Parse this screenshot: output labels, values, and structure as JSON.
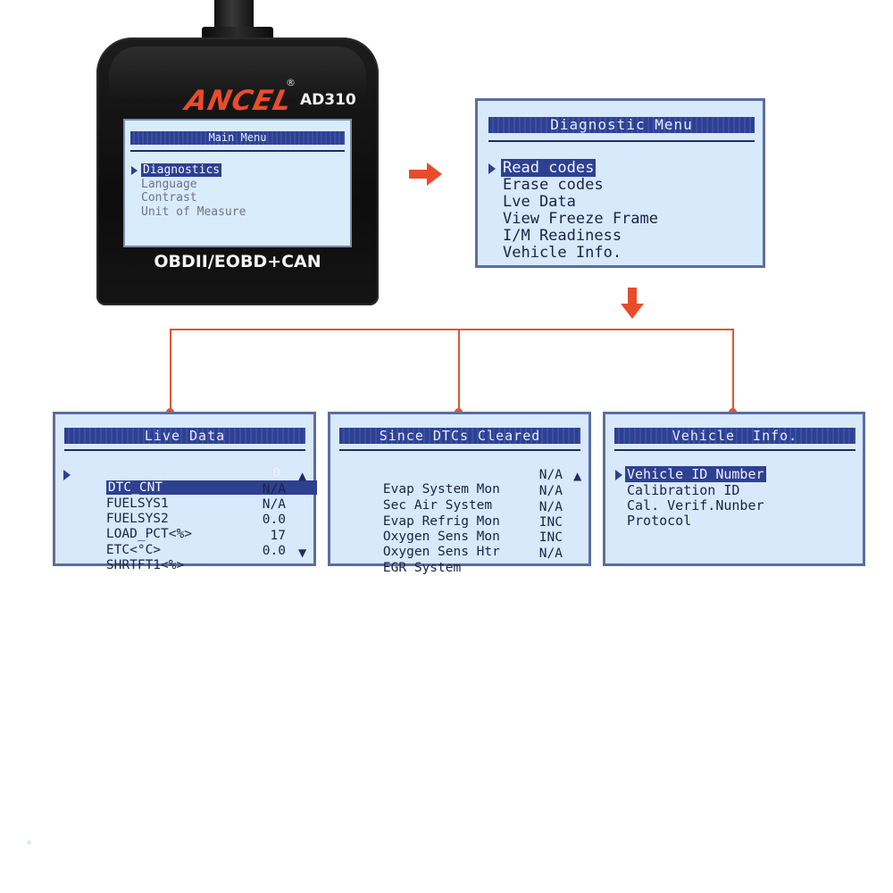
{
  "device": {
    "brand": "ANCEL",
    "registered_mark": "®",
    "model": "AD310",
    "footer": "OBDII/EOBD+CAN",
    "screen": {
      "title": "Main Menu",
      "items": [
        {
          "label": "Diagnostics",
          "selected": true
        },
        {
          "label": "Language",
          "selected": false
        },
        {
          "label": "Contrast",
          "selected": false
        },
        {
          "label": "Unit of Measure",
          "selected": false
        }
      ]
    }
  },
  "diagnostic_menu": {
    "title": "Diagnostic Menu",
    "items": [
      {
        "label": "Read codes",
        "selected": true
      },
      {
        "label": "Erase codes",
        "selected": false
      },
      {
        "label": "Lve Data",
        "selected": false
      },
      {
        "label": "View Freeze Frame",
        "selected": false
      },
      {
        "label": "I/M Readiness",
        "selected": false
      },
      {
        "label": "Vehicle Info.",
        "selected": false
      }
    ]
  },
  "live_data": {
    "title": "Live Data",
    "rows": [
      {
        "label": "DTC_CNT",
        "value": "0",
        "selected": true
      },
      {
        "label": "FUELSYS1",
        "value": "N/A"
      },
      {
        "label": "FUELSYS2",
        "value": "N/A"
      },
      {
        "label": "LOAD_PCT<%>",
        "value": "0.0"
      },
      {
        "label": "ETC<°C>",
        "value": "17"
      },
      {
        "label": "SHRTFT1<%>",
        "value": "0.0"
      }
    ],
    "scroll_up_icon": "▲",
    "scroll_down_icon": "▼"
  },
  "since_dtcs": {
    "title": "Since DTCs Cleared",
    "rows": [
      {
        "label": "Evap System Mon",
        "value": "N/A"
      },
      {
        "label": "Sec Air System",
        "value": "N/A"
      },
      {
        "label": "Evap Refrig Mon",
        "value": "N/A"
      },
      {
        "label": "Oxygen Sens Mon",
        "value": "INC"
      },
      {
        "label": "Oxygen Sens Htr",
        "value": "INC"
      },
      {
        "label": "EGR System",
        "value": "N/A"
      }
    ],
    "scroll_up_icon": "▲"
  },
  "vehicle_info": {
    "title": "Vehicle  Info.",
    "items": [
      {
        "label": "Vehicle ID Number",
        "selected": true
      },
      {
        "label": "Calibration ID",
        "selected": false
      },
      {
        "label": "Cal. Verif.Nunber",
        "selected": false
      },
      {
        "label": "Protocol",
        "selected": false
      }
    ]
  },
  "colors": {
    "accent_orange": "#e2562f",
    "lcd_background": "#d7e9fa",
    "lcd_highlight": "#2e4090"
  }
}
